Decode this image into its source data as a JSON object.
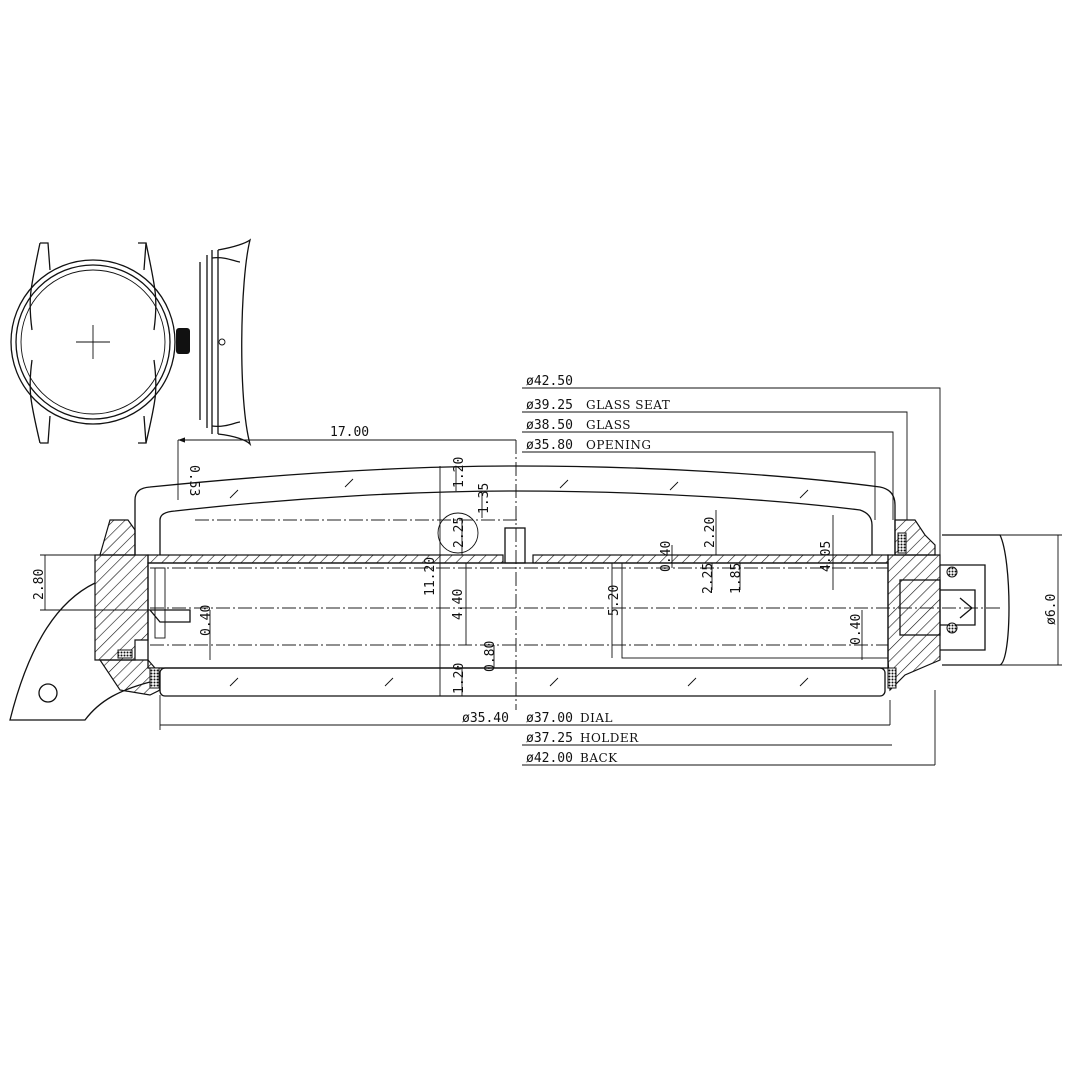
{
  "drawing": {
    "top_diameters": [
      {
        "value": "ø42.50",
        "label": ""
      },
      {
        "value": "ø39.25",
        "label": "GLASS SEAT"
      },
      {
        "value": "ø38.50",
        "label": "GLASS"
      },
      {
        "value": "ø35.80",
        "label": "OPENING"
      }
    ],
    "bottom_diameters": [
      {
        "value": "ø37.00",
        "label": "DIAL"
      },
      {
        "value": "ø37.25",
        "label": "HOLDER"
      },
      {
        "value": "ø42.00",
        "label": "BACK"
      }
    ],
    "left_diameter": "ø35.40",
    "half_width": "17.00",
    "crown_diameter": "ø6.0",
    "vertical_dims": {
      "glass_angle": "0.53",
      "glass_thickness": "1.20",
      "glass_gap": "1.35",
      "dial_gap": "2.25",
      "total_height": "11.20",
      "movement_height": "4.40",
      "back_gap": "0.80",
      "back_thickness": "1.20",
      "movement_total": "5.20",
      "dial_thickness": "0.40",
      "hands_clear": "2.25",
      "hands_height": "1.85",
      "seat_height": "2.20",
      "seat_depth": "4.05",
      "right_gap": "0.40",
      "left_gap": "0.40",
      "case_side": "2.80"
    }
  },
  "colors": {
    "line": "#111111",
    "background": "#ffffff"
  }
}
